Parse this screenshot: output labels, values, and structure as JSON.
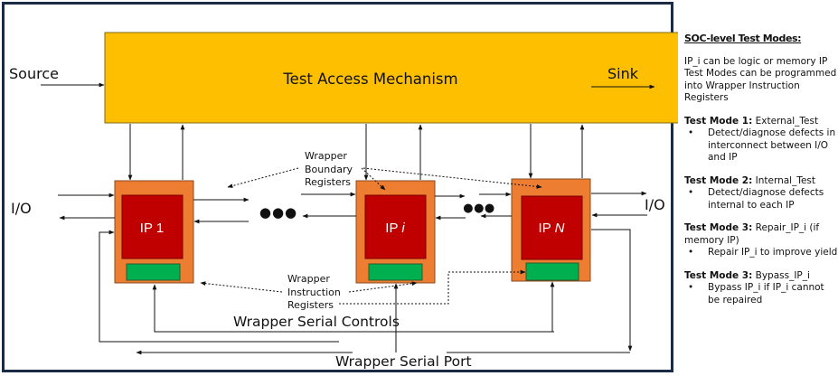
{
  "diagram": {
    "tam_label": "Test Access Mechanism",
    "source_label": "Source",
    "sink_label": "Sink",
    "io_left_label": "I/O",
    "io_right_label": "I/O",
    "ip_blocks": [
      {
        "prefix": "IP ",
        "suffix": "1"
      },
      {
        "prefix": "IP ",
        "suffix": "i"
      },
      {
        "prefix": "IP ",
        "suffix": "N"
      }
    ],
    "ellipsis": "●●●",
    "wrapper_boundary_registers": [
      "Wrapper",
      "Boundary",
      "Registers"
    ],
    "wrapper_instruction_registers": [
      "Wrapper",
      "Instruction",
      "Registers"
    ],
    "wrapper_serial_controls": "Wrapper Serial Controls",
    "wrapper_serial_port": "Wrapper Serial Port",
    "colors": {
      "tam": "#fdbf00",
      "wrapper": "#ed7d31",
      "ip_core": "#c00000",
      "instruction_register": "#00b050",
      "frame": "#1c2b45"
    }
  },
  "notes": {
    "heading": "SOC-level Test Modes:",
    "intro": [
      "IP_i can be logic or memory IP",
      "Test Modes can be programmed into Wrapper Instruction Registers"
    ],
    "modes": [
      {
        "title": "Test Mode 1:",
        "name": " External_Test",
        "bullet": "Detect/diagnose defects in interconnect between I/O and IP"
      },
      {
        "title": "Test Mode 2:",
        "name": " Internal_Test",
        "bullet": "Detect/diagnose defects internal to each IP"
      },
      {
        "title": "Test Mode 3:",
        "name": " Repair_IP_i (if memory IP)",
        "bullet": "Repair IP_i to improve yield"
      },
      {
        "title": "Test Mode 3:",
        "name": " Bypass_IP_i",
        "bullet": "Bypass IP_i if IP_i cannot be repaired"
      }
    ]
  }
}
